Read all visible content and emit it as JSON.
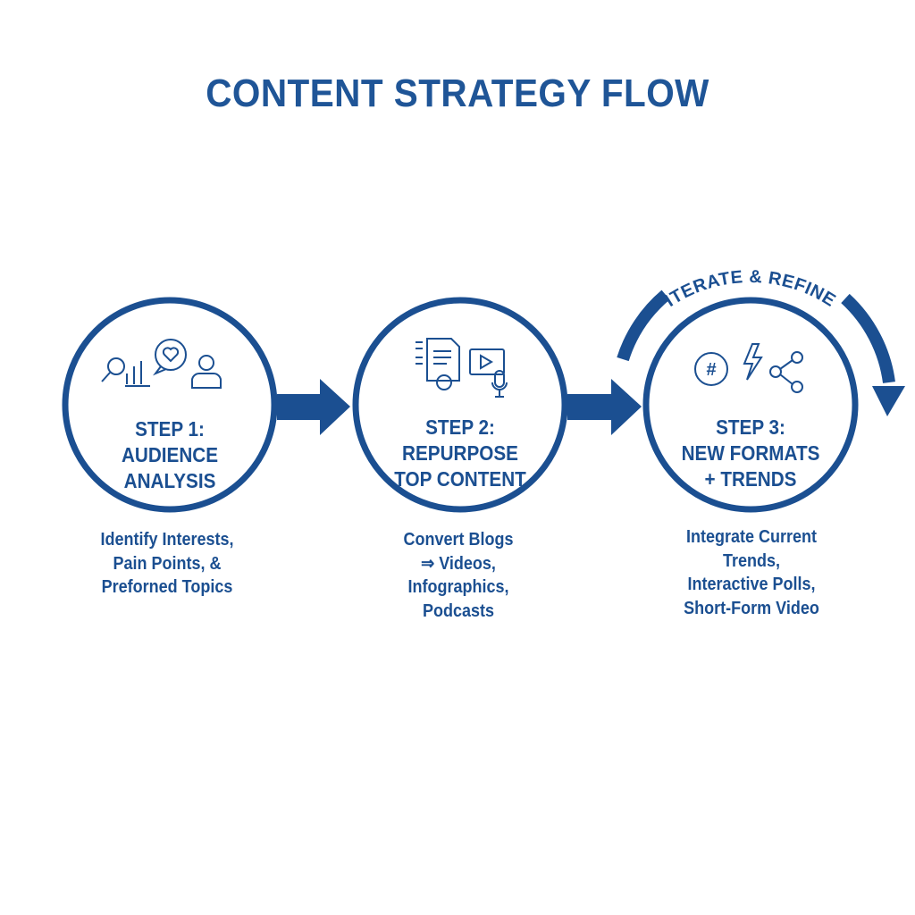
{
  "title": "CONTENT STRATEGY FLOW",
  "loop_label": "ITERATE & REFINE",
  "colors": {
    "primary": "#1b4f91",
    "title": "#1f5597"
  },
  "steps": [
    {
      "number": "STEP 1:",
      "line1": "AUDIENCE",
      "line2": "ANALYSIS",
      "icons": [
        "magnifier-chart-icon",
        "heart-speech-bubble-icon",
        "user-icon"
      ],
      "desc": [
        "Identify Interests,",
        "Pain Points, &",
        "Preforned Topics"
      ]
    },
    {
      "number": "STEP 2:",
      "line1": "REPURPOSE",
      "line2": "TOP CONTENT",
      "icons": [
        "document-repurpose-icon",
        "video-play-icon",
        "microphone-icon"
      ],
      "desc": [
        "Convert Blogs",
        "⇒ Videos,",
        "Infographics,",
        "Podcasts"
      ]
    },
    {
      "number": "STEP 3:",
      "line1": "NEW FORMATS",
      "line2": "+ TRENDS",
      "icons": [
        "hashtag-cycle-icon",
        "lightning-icon",
        "share-icon"
      ],
      "desc": [
        "Integrate Current",
        "Trends,",
        "Interactive Polls,",
        "Short-Form Video"
      ]
    }
  ]
}
